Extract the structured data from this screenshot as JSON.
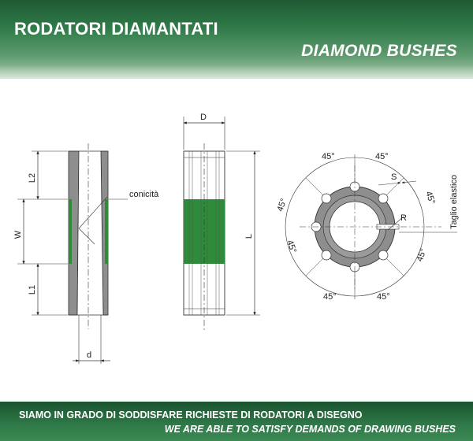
{
  "header": {
    "title_it": "RODATORI DIAMANTATI",
    "title_en": "DIAMOND BUSHES"
  },
  "drawing": {
    "section_view": {
      "dim_l2": "L2",
      "dim_w": "W",
      "dim_l1": "L1",
      "dim_d_small": "d",
      "callout": "conicità"
    },
    "side_view": {
      "dim_d_large": "D",
      "dim_l": "L"
    },
    "end_view": {
      "angles": [
        "45°",
        "45°",
        "45°",
        "45°",
        "45°",
        "45°",
        "45°",
        "45°"
      ],
      "dim_s": "S",
      "dim_r": "R",
      "callout": "Taglio elastico"
    },
    "colors": {
      "diamond_band": "#2e8b3a",
      "metal": "#8e8e8e"
    }
  },
  "footer": {
    "line_it": "SIAMO IN GRADO DI SODDISFARE RICHIESTE DI RODATORI A DISEGNO",
    "line_en": "WE ARE ABLE TO SATISFY DEMANDS OF DRAWING BUSHES"
  }
}
